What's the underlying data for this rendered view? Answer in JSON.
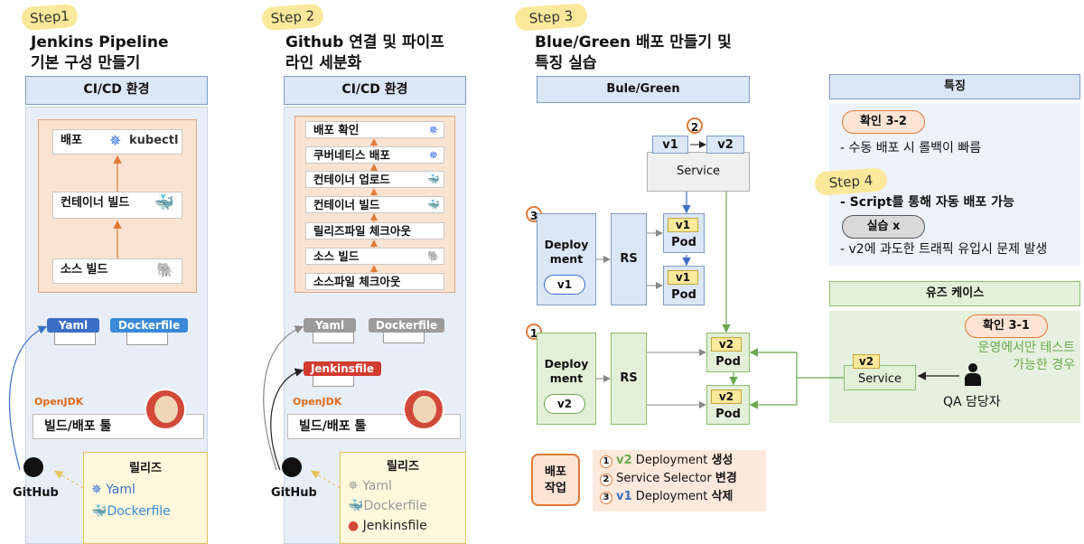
{
  "step1": {
    "tag": "Step1",
    "title": "Jenkins Pipeline\n기본 구성 만들기",
    "env_title": "CI/CD 환경",
    "stages": [
      "배포",
      "컨테이너 빌드",
      "소스 빌드"
    ],
    "kubectl_label": "kubectl",
    "docs": [
      "Yaml",
      "Dockerfile"
    ],
    "openjdk": "OpenJDK",
    "tool_label": "빌드/배포 툴",
    "github": "GitHub",
    "release": {
      "title": "릴리즈",
      "items": [
        "Yaml",
        "Dockerfile"
      ]
    }
  },
  "step2": {
    "tag": "Step 2",
    "title": "Github 연결 및 파이프\n라인 세분화",
    "env_title": "CI/CD 환경",
    "stages": [
      "배포 확인",
      "쿠버네티스 배포",
      "컨테이너 업로드",
      "컨테이너 빌드",
      "릴리즈파일 체크아웃",
      "소스 빌드",
      "소스파일 체크아웃"
    ],
    "docs": [
      "Yaml",
      "Dockerfile"
    ],
    "jenkinsfile_doc": "Jenkinsfile",
    "openjdk": "OpenJDK",
    "tool_label": "빌드/배포 툴",
    "github": "GitHub",
    "release": {
      "title": "릴리즈",
      "items": [
        "Yaml",
        "Dockerfile",
        "Jenkinsfile"
      ]
    }
  },
  "step3": {
    "tag": "Step 3",
    "title": "Blue/Green 배포 만들기 및\n특징 실습",
    "bg_title": "Bule/Green",
    "service": {
      "tag_v1": "v1",
      "tag_v2": "v2",
      "label": "Service"
    },
    "deploy_v1": {
      "label": "Deploy\nment",
      "version": "v1",
      "num": "3"
    },
    "deploy_v2": {
      "label": "Deploy\nment",
      "version": "v2",
      "num": "1"
    },
    "service_num": "2",
    "rs_label": "RS",
    "pods_v1": [
      {
        "tag": "v1",
        "label": "Pod"
      },
      {
        "tag": "v1",
        "label": "Pod"
      }
    ],
    "pods_v2": [
      {
        "tag": "v2",
        "label": "Pod"
      },
      {
        "tag": "v2",
        "label": "Pod"
      }
    ],
    "deploy_work": {
      "label": "배포\n작업",
      "items": [
        {
          "num": "1",
          "ver": "v2",
          "text": " Deployment ",
          "bold": "생성"
        },
        {
          "num": "2",
          "ver": "",
          "text": "Service Selector ",
          "bold": "변경"
        },
        {
          "num": "3",
          "ver": "v1",
          "text": " Deployment ",
          "bold": "삭제"
        }
      ]
    }
  },
  "features": {
    "title": "특징",
    "check1": "확인 3-2",
    "line1": "- 수동 배포 시 롤백이 빠름",
    "step4": "Step 4",
    "line2": "- Script를 통해 자동 배포 가능",
    "practice": "실습 x",
    "line3": "- v2에 과도한 트래픽 유입시 문제 발생"
  },
  "usecase": {
    "title": "유즈 케이스",
    "check": "확인 3-1",
    "note": "운영에서만 테스트\n가능한 경우",
    "service_tag": "v2",
    "service_label": "Service",
    "qa": "QA 담당자"
  },
  "colors": {
    "blue_env": "#dbe6f6",
    "green": "#e3f0d9",
    "orange": "#fbe3d1",
    "yellow": "#fce89a",
    "accent_green": "#6aa84f",
    "accent_blue": "#3b6fc6"
  }
}
